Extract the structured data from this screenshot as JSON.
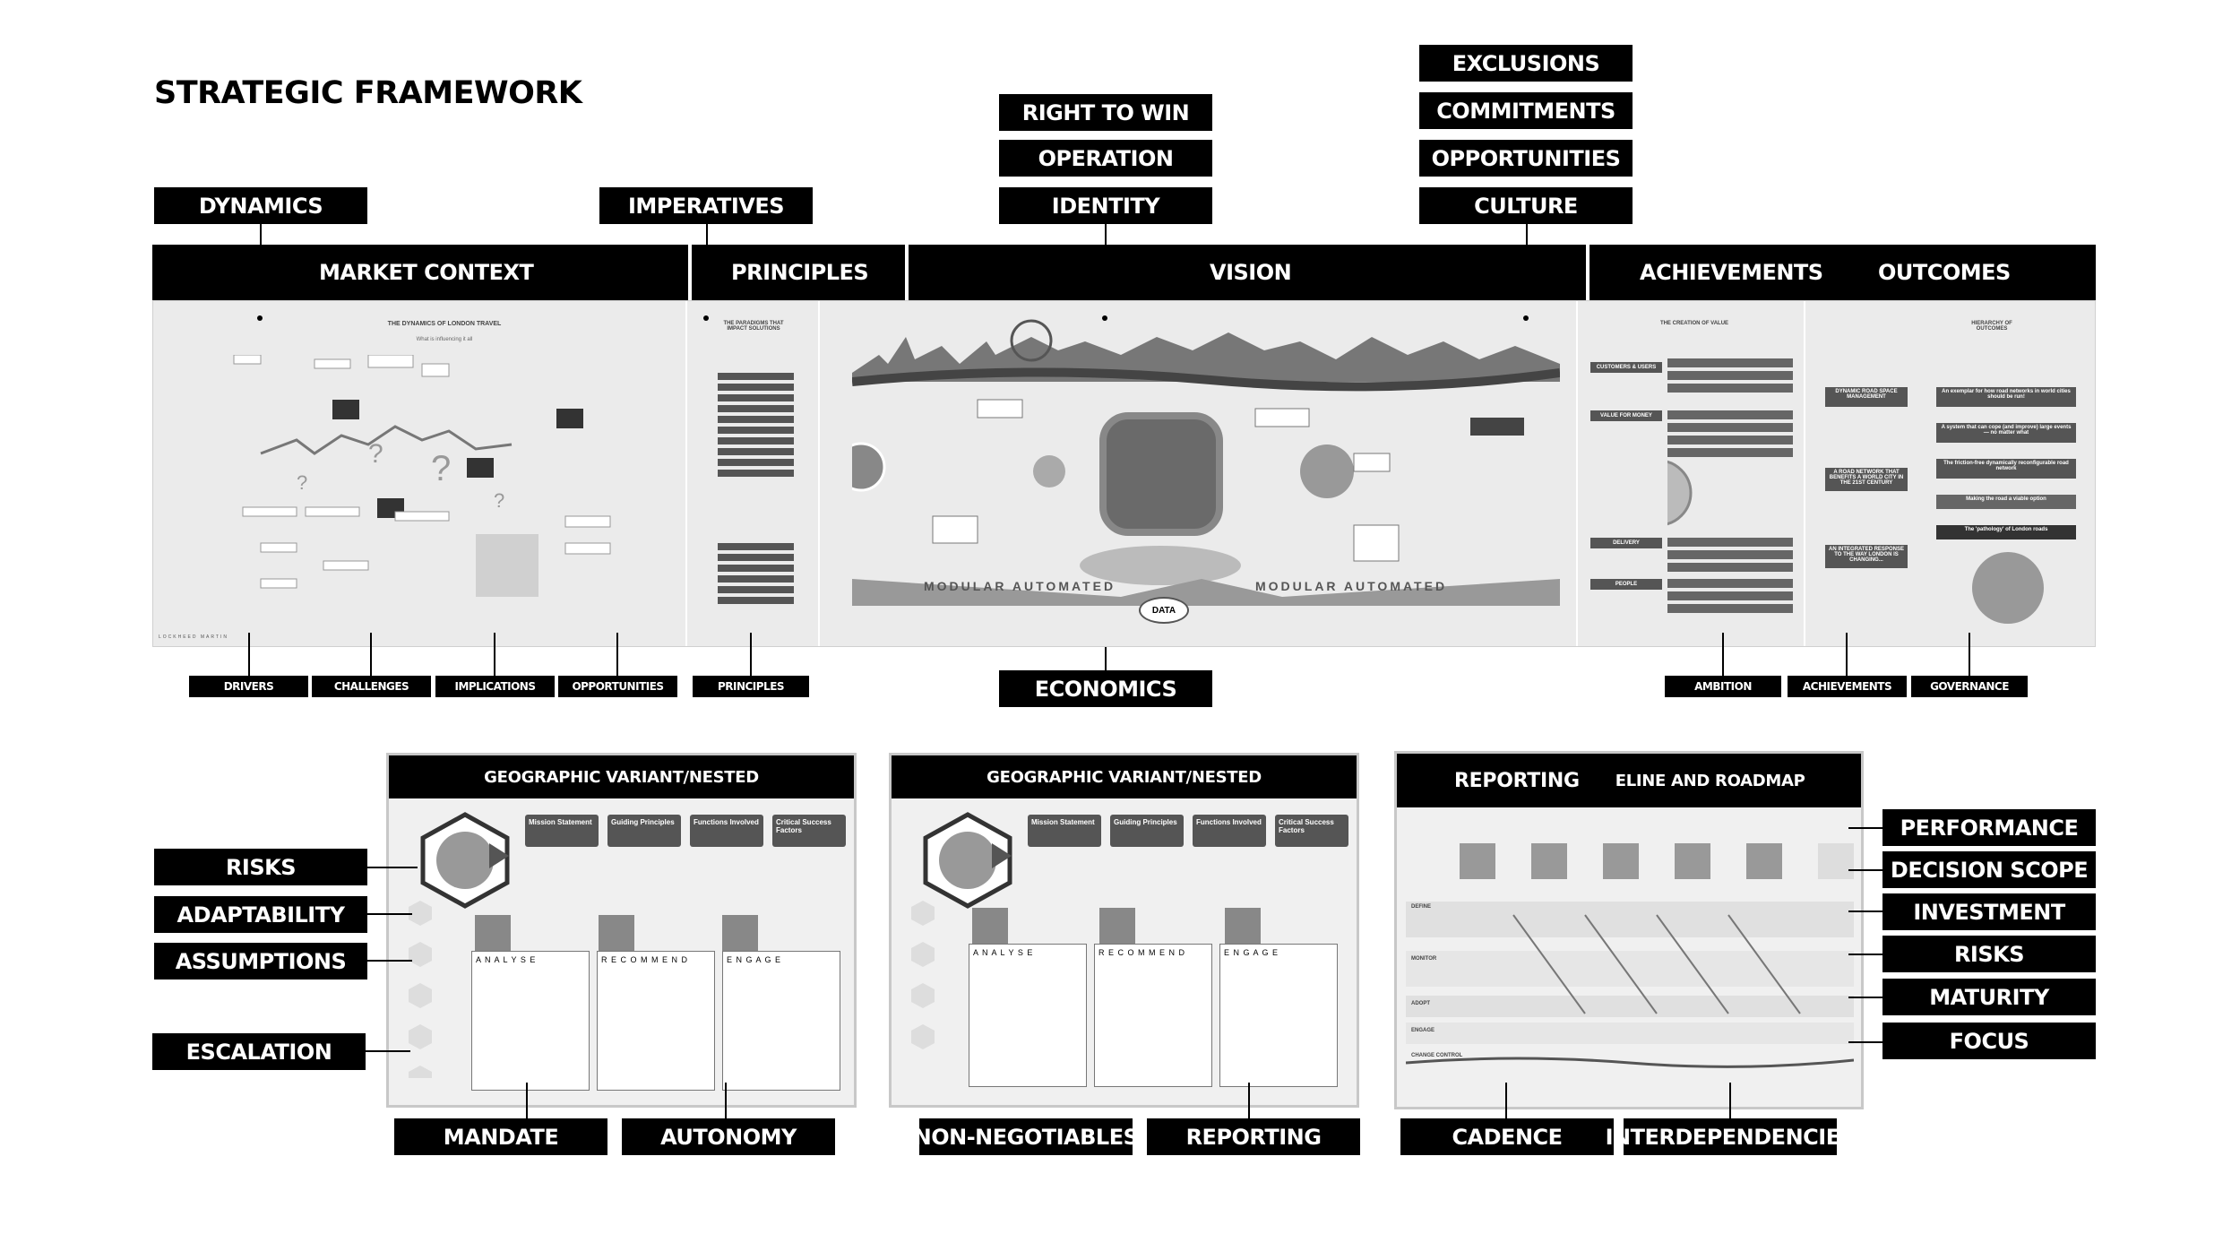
{
  "title": "STRATEGIC FRAMEWORK",
  "top_labels": {
    "dynamics": "DYNAMICS",
    "imperatives": "IMPERATIVES",
    "right_to_win": "RIGHT TO WIN",
    "operation": "OPERATION",
    "identity": "IDENTITY",
    "exclusions": "EXCLUSIONS",
    "commitments": "COMMITMENTS",
    "opportunities": "OPPORTUNITIES",
    "culture": "CULTURE"
  },
  "header": {
    "market_context": "MARKET CONTEXT",
    "principles": "PRINCIPLES",
    "vision": "VISION",
    "achievements": "ACHIEVEMENTS",
    "outcomes": "OUTCOMES"
  },
  "panel": {
    "market_title": "THE DYNAMICS OF LONDON TRAVEL",
    "market_sub": "What is influencing it all",
    "principles_title": "THE PARADIGMS THAT IMPACT SOLUTIONS",
    "value_title": "THE CREATION OF VALUE",
    "outcomes_title": "HIERARCHY OF OUTCOMES",
    "data_label": "DATA",
    "modular_left": "MODULAR AUTOMATED",
    "modular_right": "MODULAR AUTOMATED",
    "customers": "CUSTOMERS & USERS",
    "value_money": "VALUE FOR MONEY",
    "delivery": "DELIVERY",
    "people": "PEOPLE",
    "outcome_items": [
      "An exemplar for how road networks in world cities should be run!",
      "A system that can cope (and improve) large events — no matter what",
      "The friction-free dynamically reconfigurable road network",
      "Making the road a viable option",
      "The 'pathology' of London roads"
    ],
    "outcome_boxes": [
      "DYNAMIC ROAD SPACE MANAGEMENT",
      "A ROAD NETWORK THAT BENEFITS A WORLD CITY IN THE 21ST CENTURY",
      "AN INTEGRATED RESPONSE TO THE WAY LONDON IS CHANGING..."
    ],
    "logo": "LOCKHEED MARTIN"
  },
  "bottom_labels": {
    "drivers": "DRIVERS",
    "challenges": "CHALLENGES",
    "implications": "IMPLICATIONS",
    "opportunities": "OPPORTUNITIES",
    "principles": "PRINCIPLES",
    "economics": "ECONOMICS",
    "ambition": "AMBITION",
    "achievements": "ACHIEVEMENTS",
    "governance": "GOVERNANCE"
  },
  "cards": {
    "geo1": "GEOGRAPHIC VARIANT/NESTED",
    "geo2": "GEOGRAPHIC VARIANT/NESTED",
    "reporting": "REPORTING",
    "roadmap": "ELINE AND ROADMAP",
    "boxes": [
      "Mission Statement",
      "Guiding Principles",
      "Functions Involved",
      "Critical Success Factors"
    ],
    "phases": [
      "A N A L Y S E",
      "R E C O M M E N D",
      "E N G A G E"
    ],
    "rows": [
      "DEFINE",
      "MONITOR",
      "ADOPT",
      "ENGAGE",
      "CHANGE CONTROL"
    ]
  },
  "left_labels": {
    "risks": "RISKS",
    "adaptability": "ADAPTABILITY",
    "assumptions": "ASSUMPTIONS",
    "escalation": "ESCALATION"
  },
  "card_bottom_labels": {
    "mandate": "MANDATE",
    "autonomy": "AUTONOMY",
    "non_negotiables": "NON-NEGOTIABLES",
    "reporting": "REPORTING",
    "cadence": "CADENCE",
    "interdependencies": "INTERDEPENDENCIES"
  },
  "right_labels": {
    "performance": "PERFORMANCE",
    "decision_scope": "DECISION SCOPE",
    "investment": "INVESTMENT",
    "risks": "RISKS",
    "maturity": "MATURITY",
    "focus": "FOCUS"
  }
}
